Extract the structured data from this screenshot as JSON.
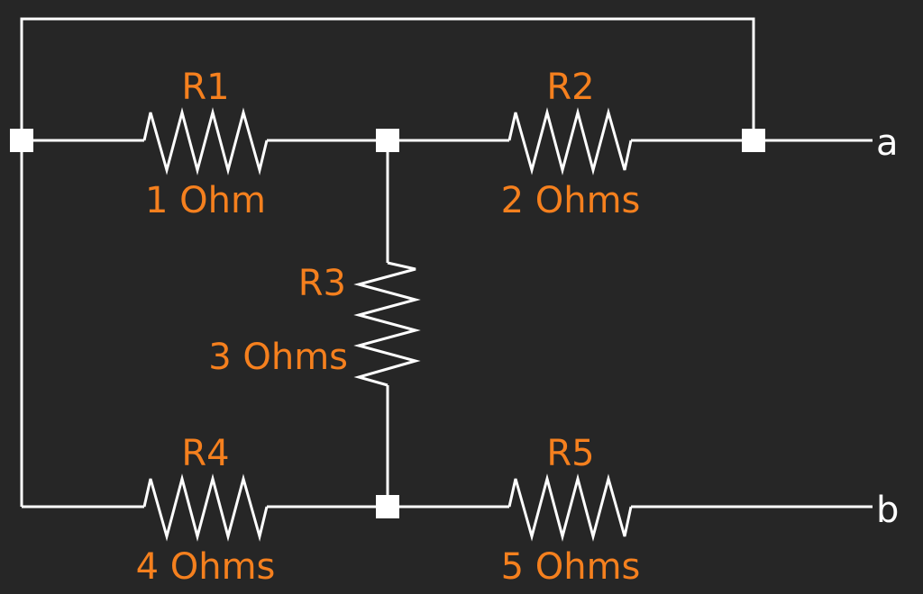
{
  "diagram": {
    "type": "resistor-network",
    "colors": {
      "background": "#262626",
      "wire": "#ffffff",
      "label": "#f5801e"
    },
    "resistors": [
      {
        "id": "R1",
        "name": "R1",
        "value": "1 Ohm"
      },
      {
        "id": "R2",
        "name": "R2",
        "value": "2 Ohms"
      },
      {
        "id": "R3",
        "name": "R3",
        "value": "3 Ohms"
      },
      {
        "id": "R4",
        "name": "R4",
        "value": "4 Ohms"
      },
      {
        "id": "R5",
        "name": "R5",
        "value": "5 Ohms"
      }
    ],
    "terminals": {
      "a": "a",
      "b": "b"
    }
  }
}
